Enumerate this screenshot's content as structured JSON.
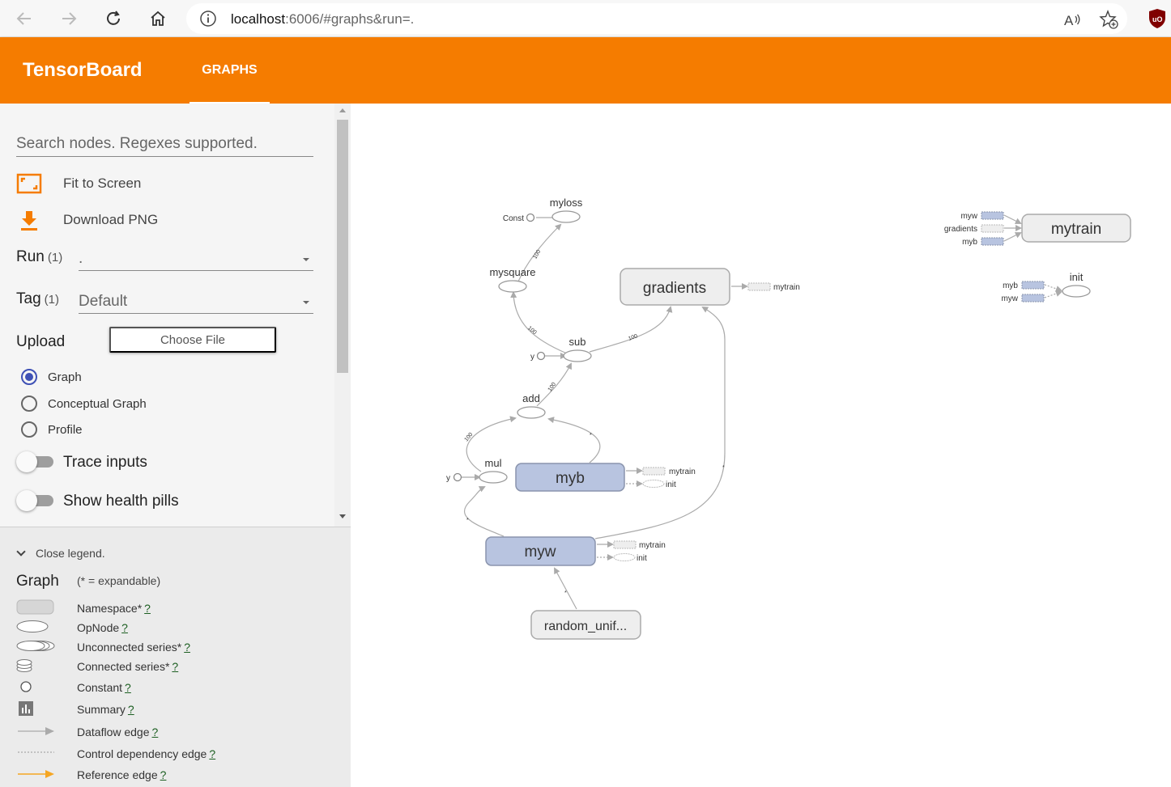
{
  "browser": {
    "url_host": "localhost",
    "url_path": ":6006/#graphs&run=."
  },
  "header": {
    "brand": "TensorBoard",
    "tab_graphs": "GRAPHS"
  },
  "sidebar": {
    "search_placeholder": "Search nodes. Regexes supported.",
    "fit_to_screen": "Fit to Screen",
    "download_png": "Download PNG",
    "run_label": "Run",
    "run_count": "(1)",
    "run_value": ".",
    "tag_label": "Tag",
    "tag_count": "(1)",
    "tag_value": "Default",
    "upload_label": "Upload",
    "choose_file": "Choose File",
    "radio_graph": "Graph",
    "radio_conceptual": "Conceptual Graph",
    "radio_profile": "Profile",
    "trace_inputs": "Trace inputs",
    "show_health_pills": "Show health pills"
  },
  "legend": {
    "close": "Close legend.",
    "title": "Graph",
    "note": "(* = expandable)",
    "q": "?",
    "items": {
      "namespace": "Namespace*",
      "opnode": "OpNode",
      "unconnected": "Unconnected series*",
      "connected": "Connected series*",
      "constant": "Constant",
      "summary": "Summary",
      "dataflow": "Dataflow edge",
      "control": "Control dependency edge",
      "reference": "Reference edge"
    }
  },
  "graph": {
    "myloss": "myloss",
    "const": "Const",
    "mysquare": "mysquare",
    "gradients": "gradients",
    "sub": "sub",
    "y1": "y",
    "add": "add",
    "mul": "mul",
    "y2": "y",
    "myb": "myb",
    "myw": "myw",
    "random": "random_unif...",
    "mytrain": "mytrain",
    "init": "init",
    "edge100": "100",
    "edge_star": "*",
    "aux_myw": "myw",
    "aux_gradients": "gradients",
    "aux_myb": "myb"
  },
  "colors": {
    "header": "#f57c00",
    "variable_node": "#b8c4e0",
    "namespace_node": "#eeeeee",
    "radio_accent": "#3f51b5"
  }
}
